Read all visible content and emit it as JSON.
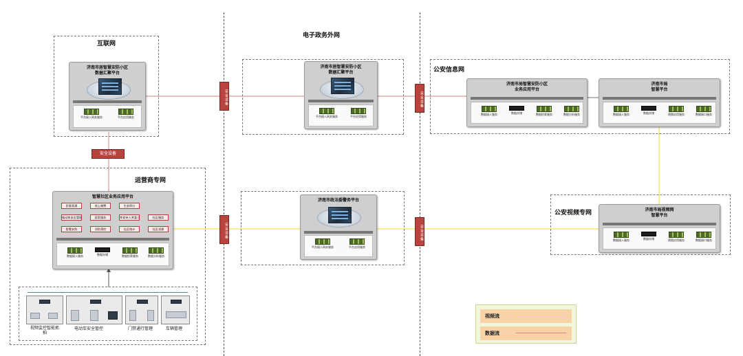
{
  "zones": {
    "internet": "互联网",
    "egov": "电子政务外网",
    "police_info": "公安信息网",
    "operator": "运营商专网",
    "police_video": "公安视频专网"
  },
  "gateways": {
    "g1": "安全设备",
    "g2": "安全设备",
    "g3": "安全设备",
    "g4": "安全设备",
    "g5": "安全设备"
  },
  "platforms": {
    "internet_agg": {
      "title1": "济南市居智慧安防小区",
      "title2": "数据汇聚平台",
      "services": [
        "平台接入网关服务",
        "平台应用服务"
      ]
    },
    "egov_agg": {
      "title1": "济南市居智慧安防小区",
      "title2": "数据汇聚平台",
      "services": [
        "平台接入网关服务",
        "平台应用服务"
      ]
    },
    "egov_pol": {
      "title1": "济南市政法委警务平台",
      "services": [
        "平台接入网关服务",
        "平台应用服务"
      ]
    },
    "police_app": {
      "title1": "济南市局智慧安防小区",
      "title2": "业务应用平台",
      "services": [
        "数据接入服务",
        "数据存储",
        "数据检索服务",
        "数据分析服务"
      ]
    },
    "police_mgmt": {
      "title1": "济南市局",
      "title2": "智慧平台",
      "services": [
        "数据接入服务",
        "数据存储",
        "视图应用服务",
        "数据接口服务"
      ]
    },
    "video_mgmt": {
      "title1": "济南市局视频网",
      "title2": "智慧平台",
      "services": [
        "数据接入服务",
        "数据存储",
        "视图应用服务",
        "数据接口服务"
      ]
    },
    "community": {
      "title1": "智慧社区业务应用平台",
      "modules": [
        "民意直通",
        "线上缴费",
        "生态积分",
        "电动车安全管理",
        "居家服务",
        "孝老亲人关爱小程序",
        "社区服务",
        "智慧安防",
        "消防预控",
        "社区统计",
        "社区党建"
      ],
      "services": [
        "数据接入服务",
        "数据存储",
        "数据检索服务",
        "数据分析服务"
      ]
    }
  },
  "field": {
    "video": "视频监控智能抓拍",
    "ebike": "电动车安全管控",
    "access": "门禁通行管理",
    "vehicle": "车辆管理"
  },
  "legend": {
    "video_flow": "视频流",
    "data_flow": "数据流",
    "video_color": "#f0e34a",
    "data_color": "#d98080"
  },
  "colors": {
    "data_line": "#d98080",
    "video_line": "#f0e34a",
    "gate": "#b8443d"
  }
}
